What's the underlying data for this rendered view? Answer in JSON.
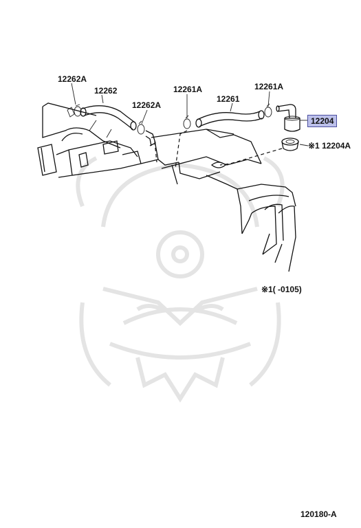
{
  "diagram": {
    "labels": {
      "part_12262A_left": "12262A",
      "part_12262": "12262",
      "part_12262A_right": "12262A",
      "part_12261A_left": "12261A",
      "part_12261": "12261",
      "part_12261A_right": "12261A",
      "part_12204": "12204",
      "part_12204A": "※1 12204A",
      "footnote": "※1(      -0105)",
      "diagram_number": "120180-A"
    },
    "highlight_color": "#bcc0ea"
  }
}
